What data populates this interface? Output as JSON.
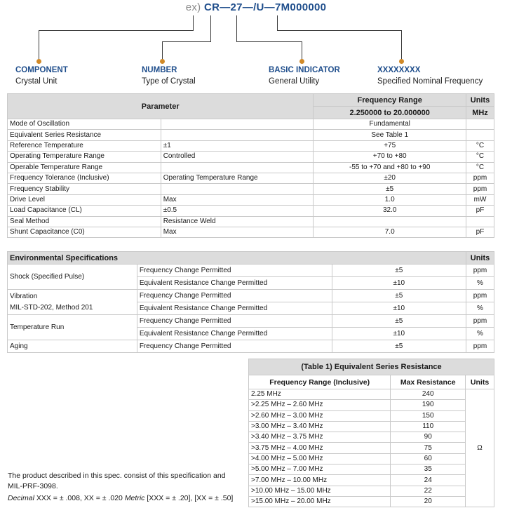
{
  "part_number": {
    "prefix": "ex)",
    "code": "CR—27—/U—7M000000"
  },
  "labels": [
    {
      "head": "COMPONENT",
      "sub": "Crystal Unit"
    },
    {
      "head": "NUMBER",
      "sub": "Type of Crystal"
    },
    {
      "head": "BASIC INDICATOR",
      "sub": "General Utility"
    },
    {
      "head": "XXXXXXXX",
      "sub": "Specified Nominal Frequency"
    }
  ],
  "spec_table": {
    "parameter_header": "Parameter",
    "freq_header": "Frequency Range",
    "freq_range": "2.250000 to 20.000000",
    "units_header": "Units",
    "units_sub": "MHz",
    "rows": [
      {
        "param": "Mode of Oscillation",
        "cond": "",
        "value": "Fundamental",
        "unit": ""
      },
      {
        "param": "Equivalent Series Resistance",
        "cond": "",
        "value": "See Table 1",
        "unit": ""
      },
      {
        "param": "Reference Temperature",
        "cond": "±1",
        "value": "+75",
        "unit": "°C"
      },
      {
        "param": "Operating Temperature Range",
        "cond": "Controlled",
        "value": "+70 to +80",
        "unit": "°C"
      },
      {
        "param": "Operable Temperature Range",
        "cond": "",
        "value": "-55 to +70 and +80 to +90",
        "unit": "°C"
      },
      {
        "param": "Frequency Tolerance (Inclusive)",
        "cond": "Operating Temperature Range",
        "value": "±20",
        "unit": "ppm"
      },
      {
        "param": "Frequency Stability",
        "cond": "",
        "value": "±5",
        "unit": "ppm"
      },
      {
        "param": "Drive Level",
        "cond": "Max",
        "value": "1.0",
        "unit": "mW"
      },
      {
        "param": "Load Capacitance (CL)",
        "cond": "±0.5",
        "value": "32.0",
        "unit": "pF"
      },
      {
        "param": "Seal Method",
        "cond": "Resistance Weld",
        "value": "",
        "unit": ""
      },
      {
        "param": "Shunt Capacitance (C0)",
        "cond": "Max",
        "value": "7.0",
        "unit": "pF"
      }
    ]
  },
  "env_table": {
    "title": "Environmental Specifications",
    "units_header": "Units",
    "shock_label": "Shock (Specified Pulse)",
    "vibration_label_1": "Vibration",
    "vibration_label_2": "MIL-STD-202, Method 201",
    "temp_run_label": "Temperature Run",
    "aging_label": "Aging",
    "rows": [
      {
        "desc": "Frequency Change Permitted",
        "value": "±5",
        "unit": "ppm"
      },
      {
        "desc": "Equivalent Resistance Change Permitted",
        "value": "±10",
        "unit": "%"
      },
      {
        "desc": "Frequency Change Permitted",
        "value": "±5",
        "unit": "ppm"
      },
      {
        "desc": "Equivalent Resistance Change Permitted",
        "value": "±10",
        "unit": "%"
      },
      {
        "desc": "Frequency Change Permitted",
        "value": "±5",
        "unit": "ppm"
      },
      {
        "desc": "Equivalent Resistance Change Permitted",
        "value": "±10",
        "unit": "%"
      },
      {
        "desc": "Frequency Change Permitted",
        "value": "±5",
        "unit": "ppm"
      }
    ]
  },
  "esr_table": {
    "title": "(Table 1) Equivalent Series Resistance",
    "col_range": "Frequency Range (Inclusive)",
    "col_max": "Max Resistance",
    "col_units": "Units",
    "unit": "Ω",
    "rows": [
      {
        "range": "2.25 MHz",
        "max": "240"
      },
      {
        "range": ">2.25 MHz – 2.60 MHz",
        "max": "190"
      },
      {
        "range": ">2.60 MHz – 3.00 MHz",
        "max": "150"
      },
      {
        "range": ">3.00 MHz – 3.40 MHz",
        "max": "110"
      },
      {
        "range": ">3.40 MHz – 3.75 MHz",
        "max": "90"
      },
      {
        "range": ">3.75 MHz – 4.00 MHz",
        "max": "75"
      },
      {
        "range": ">4.00 MHz – 5.00 MHz",
        "max": "60"
      },
      {
        "range": ">5.00 MHz – 7.00 MHz",
        "max": "35"
      },
      {
        "range": ">7.00 MHz – 10.00 MHz",
        "max": "24"
      },
      {
        "range": ">10.00 MHz – 15.00 MHz",
        "max": "22"
      },
      {
        "range": ">15.00 MHz – 20.00 MHz",
        "max": "20"
      }
    ]
  },
  "notes": {
    "line1": "The product described in this spec. consist of this specification and",
    "line2": "MIL-PRF-3098.",
    "decimal_label": "Decimal",
    "decimal_text": "XXX = ± .008, XX = ± .020",
    "metric_label": "Metric",
    "metric_text": "[XXX = ± .20], [XX = ± .50]"
  }
}
